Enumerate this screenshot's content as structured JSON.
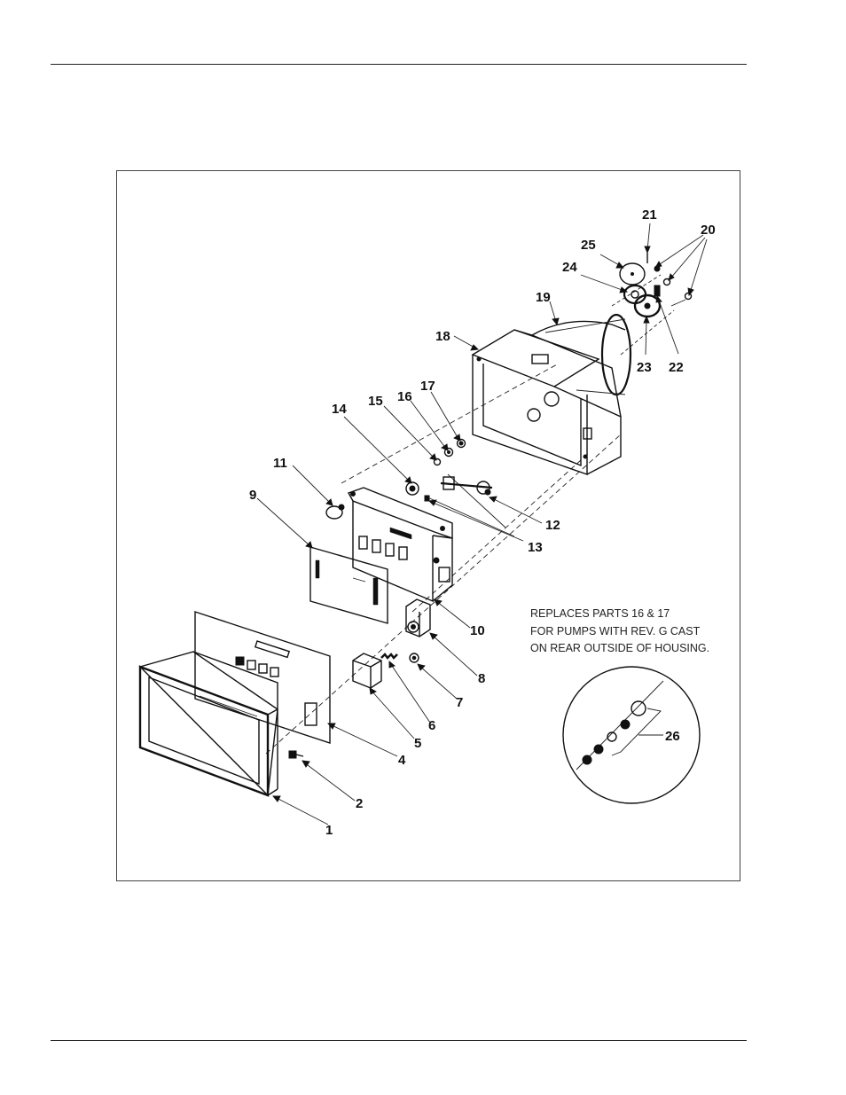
{
  "callouts": {
    "c1": "1",
    "c2": "2",
    "c4": "4",
    "c5": "5",
    "c6": "6",
    "c7": "7",
    "c8": "8",
    "c9": "9",
    "c10": "10",
    "c11": "11",
    "c12": "12",
    "c13": "13",
    "c14": "14",
    "c15": "15",
    "c16": "16",
    "c17": "17",
    "c18": "18",
    "c19": "19",
    "c20": "20",
    "c21": "21",
    "c22": "22",
    "c23": "23",
    "c24": "24",
    "c25": "25",
    "c26": "26"
  },
  "note": {
    "line1": "REPLACES PARTS 16 & 17",
    "line2": "FOR PUMPS WITH REV. G CAST",
    "line3": "ON REAR OUTSIDE OF HOUSING."
  }
}
